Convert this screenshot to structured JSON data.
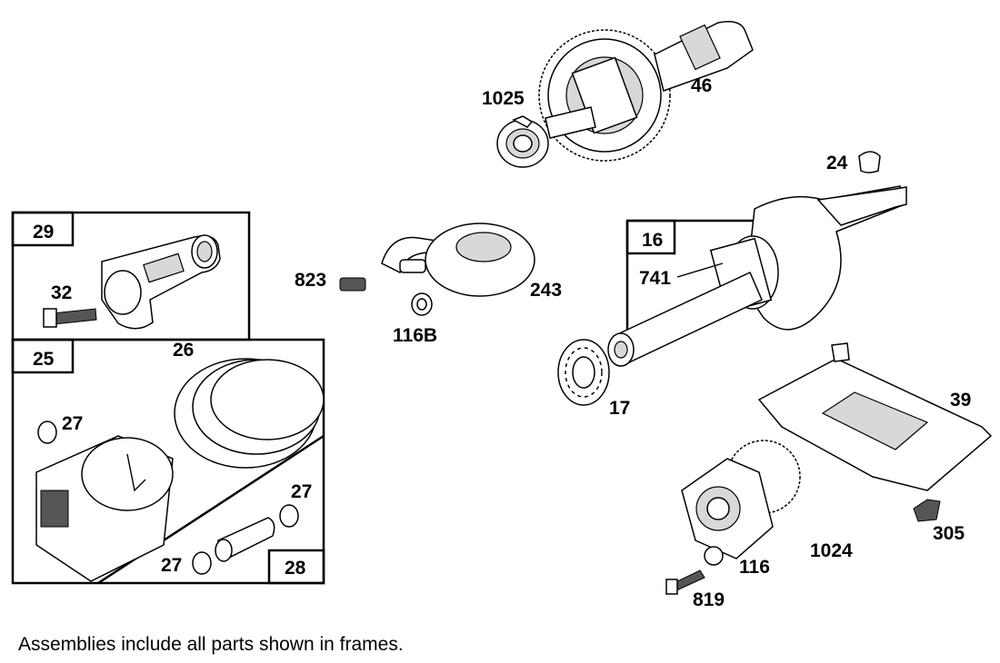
{
  "diagram": {
    "callouts": {
      "c1025": "1025",
      "c46": "46",
      "c24": "24",
      "c29": "29",
      "c32": "32",
      "c823": "823",
      "c243": "243",
      "c116b": "116B",
      "c16": "16",
      "c741": "741",
      "c25": "25",
      "c26": "26",
      "c17": "17",
      "c39": "39",
      "c27a": "27",
      "c27b": "27",
      "c27c": "27",
      "c28": "28",
      "c305": "305",
      "c1024": "1024",
      "c116": "116",
      "c819": "819"
    },
    "footnote": "Assemblies include all parts shown in frames."
  }
}
